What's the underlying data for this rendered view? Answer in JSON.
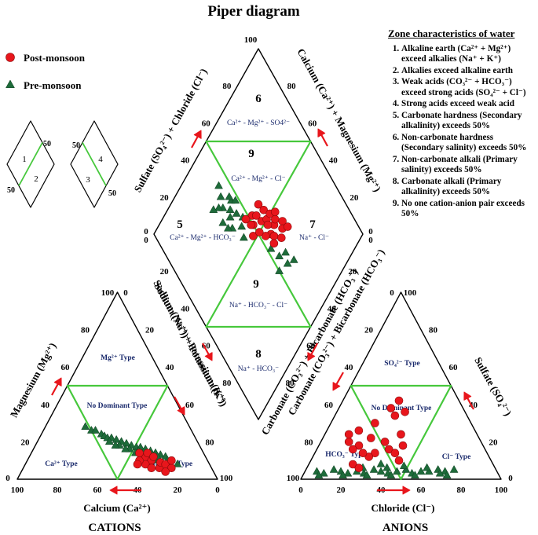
{
  "title": "Piper diagram",
  "legend": {
    "post_label": "Post-monsoon",
    "pre_label": "Pre-monsoon",
    "post_color": "#e8161c",
    "pre_color": "#1e6b3a",
    "post_marker": "circle",
    "pre_marker": "triangle"
  },
  "colors": {
    "zone_line": "#46c83c",
    "arrow": "#e8161c",
    "zone_text": "#1a2a6c"
  },
  "key_diagrams": {
    "left": [
      "1",
      "2",
      "50",
      "50"
    ],
    "right": [
      "4",
      "3",
      "50",
      "50"
    ]
  },
  "zone_characteristics": {
    "title": "Zone characteristics of water",
    "items": [
      "Alkaline earth (Ca²⁺ + Mg²⁺) exceed alkalies (Na⁺ + K⁺)",
      "Alkalies exceed alkaline earth",
      "Weak acids (CO₃²⁻ + HCO₃⁻) exceed strong acids (SO₄²⁻ + Cl⁻)",
      "Strong acids exceed weak acid",
      "Carbonate hardness (Secondary alkalinity) exceeds 50%",
      "Non-carbonate hardness (Secondary salinity) exceeds 50%",
      "Non-carbonate alkali (Primary salinity) exceeds 50%",
      "Carbonate alkali (Primary alkalinity) exceeds 50%",
      "No one cation-anion pair exceeds 50%"
    ]
  },
  "chart_data": [
    {
      "type": "scatter",
      "panel": "cations",
      "title": "CATIONS",
      "xlabel": "Calcium (Ca²⁺)",
      "left_axis_label": "Magnesium (Mg²⁺)",
      "right_axis_label": "Sodium (Na⁺) + Potassium (K⁺)",
      "ticks": [
        "0",
        "20",
        "40",
        "60",
        "80",
        "100"
      ],
      "zones": [
        "Mg²⁺ Type",
        "No Dominant Type",
        "Ca²⁺ Type",
        "Na⁺-K⁺ Type"
      ],
      "series": [
        {
          "name": "Post-monsoon",
          "marker": "circle",
          "fields": [
            "Ca",
            "Mg"
          ],
          "points": [
            [
              30,
              12
            ],
            [
              28,
              10
            ],
            [
              32,
              8
            ],
            [
              26,
              6
            ],
            [
              24,
              9
            ],
            [
              30,
              6
            ],
            [
              22,
              8
            ],
            [
              20,
              6
            ],
            [
              34,
              10
            ],
            [
              28,
              14
            ],
            [
              26,
              12
            ],
            [
              32,
              14
            ],
            [
              18,
              10
            ],
            [
              24,
              4
            ],
            [
              36,
              8
            ]
          ]
        },
        {
          "name": "Pre-monsoon",
          "marker": "triangle",
          "fields": [
            "Ca",
            "Mg"
          ],
          "points": [
            [
              52,
              28
            ],
            [
              50,
              26
            ],
            [
              48,
              26
            ],
            [
              46,
              24
            ],
            [
              45,
              23
            ],
            [
              44,
              22
            ],
            [
              42,
              22
            ],
            [
              40,
              21
            ],
            [
              38,
              20
            ],
            [
              36,
              19
            ],
            [
              34,
              18
            ],
            [
              32,
              17
            ],
            [
              30,
              17
            ],
            [
              28,
              16
            ],
            [
              26,
              15
            ],
            [
              24,
              14
            ],
            [
              22,
              13
            ],
            [
              20,
              12
            ],
            [
              44,
              20
            ],
            [
              40,
              18
            ],
            [
              36,
              16
            ],
            [
              32,
              15
            ],
            [
              28,
              14
            ],
            [
              24,
              12
            ],
            [
              20,
              10
            ],
            [
              16,
              8
            ],
            [
              30,
              12
            ],
            [
              26,
              10
            ],
            [
              22,
              8
            ],
            [
              34,
              14
            ],
            [
              38,
              16
            ],
            [
              42,
              18
            ]
          ]
        }
      ]
    },
    {
      "type": "scatter",
      "panel": "anions",
      "title": "ANIONS",
      "xlabel": "Chloride (Cl⁻)",
      "left_axis_label": "Carbonate (CO₃²⁻) + Bicarbonate (HCO₃⁻)",
      "right_axis_label": "Sulfate (SO₄²⁻)",
      "ticks": [
        "0",
        "20",
        "40",
        "60",
        "80",
        "100"
      ],
      "zones": [
        "SO₄²⁻ Type",
        "No Dominant Type",
        "HCO₃⁻ Type",
        "Cl⁻ Type"
      ],
      "series": [
        {
          "name": "Post-monsoon",
          "marker": "circle",
          "fields": [
            "Cl",
            "SO4"
          ],
          "points": [
            [
              14,
              20
            ],
            [
              16,
              26
            ],
            [
              20,
              18
            ],
            [
              22,
              30
            ],
            [
              24,
              22
            ],
            [
              26,
              38
            ],
            [
              28,
              42
            ],
            [
              30,
              34
            ],
            [
              34,
              36
            ],
            [
              30,
              14
            ],
            [
              32,
              20
            ],
            [
              28,
              12
            ],
            [
              36,
              16
            ],
            [
              40,
              14
            ],
            [
              44,
              10
            ],
            [
              18,
              16
            ],
            [
              12,
              24
            ],
            [
              22,
              8
            ],
            [
              24,
              14
            ],
            [
              38,
              24
            ],
            [
              42,
              18
            ],
            [
              26,
              6
            ]
          ]
        },
        {
          "name": "Pre-monsoon",
          "marker": "triangle",
          "fields": [
            "Cl",
            "SO4"
          ],
          "points": [
            [
              6,
              4
            ],
            [
              10,
              3
            ],
            [
              14,
              5
            ],
            [
              18,
              4
            ],
            [
              22,
              3
            ],
            [
              26,
              4
            ],
            [
              30,
              3
            ],
            [
              34,
              5
            ],
            [
              38,
              4
            ],
            [
              42,
              3
            ],
            [
              46,
              4
            ],
            [
              50,
              5
            ],
            [
              54,
              3
            ],
            [
              58,
              4
            ],
            [
              62,
              4
            ],
            [
              66,
              5
            ],
            [
              70,
              4
            ],
            [
              74,
              5
            ],
            [
              8,
              2
            ],
            [
              20,
              2
            ],
            [
              32,
              2
            ],
            [
              44,
              2
            ],
            [
              56,
              2
            ],
            [
              28,
              6
            ],
            [
              40,
              6
            ],
            [
              36,
              8
            ],
            [
              48,
              7
            ],
            [
              60,
              6
            ],
            [
              68,
              3
            ],
            [
              72,
              2
            ]
          ]
        }
      ]
    },
    {
      "type": "scatter",
      "panel": "diamond",
      "left_axis_label": "Sulfate (SO₄²⁻) + Chloride (Cl⁻)",
      "right_axis_label": "Calcium (Ca²⁺) + Magnesium (Mg²⁺)",
      "lower_left_label": "Sodium (Na⁺) + Potassium (K⁺)",
      "lower_right_label": "Carbonate (CO₃²⁻) + Bicarbonate (HCO₃⁻)",
      "ticks": [
        "0",
        "20",
        "40",
        "60",
        "80",
        "100"
      ],
      "zones": [
        {
          "number": "6",
          "text": "Ca²⁺ - Mg²⁺ - SO4²⁻"
        },
        {
          "number": "9",
          "text": "Ca²⁺ - Mg²⁺ - Cl⁻"
        },
        {
          "number": "5",
          "text": "Ca²⁺ - Mg²⁺ - HCO₃⁻"
        },
        {
          "number": "7",
          "text": "Na⁺ - Cl⁻"
        },
        {
          "number": "9",
          "text": "Na⁺ - HCO₃⁻ - Cl⁻"
        },
        {
          "number": "8",
          "text": "Na⁺ - HCO₃⁻"
        }
      ],
      "series": [
        {
          "name": "Post-monsoon",
          "marker": "circle",
          "fields": [
            "SO4+Cl",
            "Na+K"
          ],
          "points": [
            [
              52,
              42
            ],
            [
              55,
              48
            ],
            [
              58,
              50
            ],
            [
              60,
              55
            ],
            [
              57,
              52
            ],
            [
              54,
              44
            ],
            [
              62,
              54
            ],
            [
              65,
              58
            ],
            [
              50,
              45
            ],
            [
              48,
              40
            ],
            [
              56,
              56
            ],
            [
              63,
              60
            ],
            [
              66,
              62
            ],
            [
              59,
              46
            ],
            [
              53,
              54
            ],
            [
              61,
              50
            ],
            [
              47,
              48
            ],
            [
              57,
              58
            ],
            [
              64,
              52
            ],
            [
              51,
              50
            ],
            [
              58,
              42
            ],
            [
              60,
              62
            ],
            [
              55,
              60
            ],
            [
              49,
              44
            ]
          ]
        },
        {
          "name": "Pre-monsoon",
          "marker": "triangle",
          "fields": [
            "SO4+Cl",
            "Na+K"
          ],
          "points": [
            [
              44,
              18
            ],
            [
              42,
              22
            ],
            [
              40,
              26
            ],
            [
              43,
              30
            ],
            [
              38,
              24
            ],
            [
              46,
              28
            ],
            [
              41,
              32
            ],
            [
              45,
              34
            ],
            [
              39,
              36
            ],
            [
              47,
              38
            ],
            [
              36,
              30
            ],
            [
              44,
              40
            ],
            [
              35,
              22
            ],
            [
              48,
              30
            ],
            [
              42,
              44
            ],
            [
              52,
              60
            ],
            [
              54,
              66
            ],
            [
              56,
              72
            ],
            [
              50,
              70
            ],
            [
              58,
              68
            ],
            [
              60,
              74
            ],
            [
              46,
              26
            ],
            [
              37,
              34
            ]
          ]
        }
      ]
    }
  ]
}
